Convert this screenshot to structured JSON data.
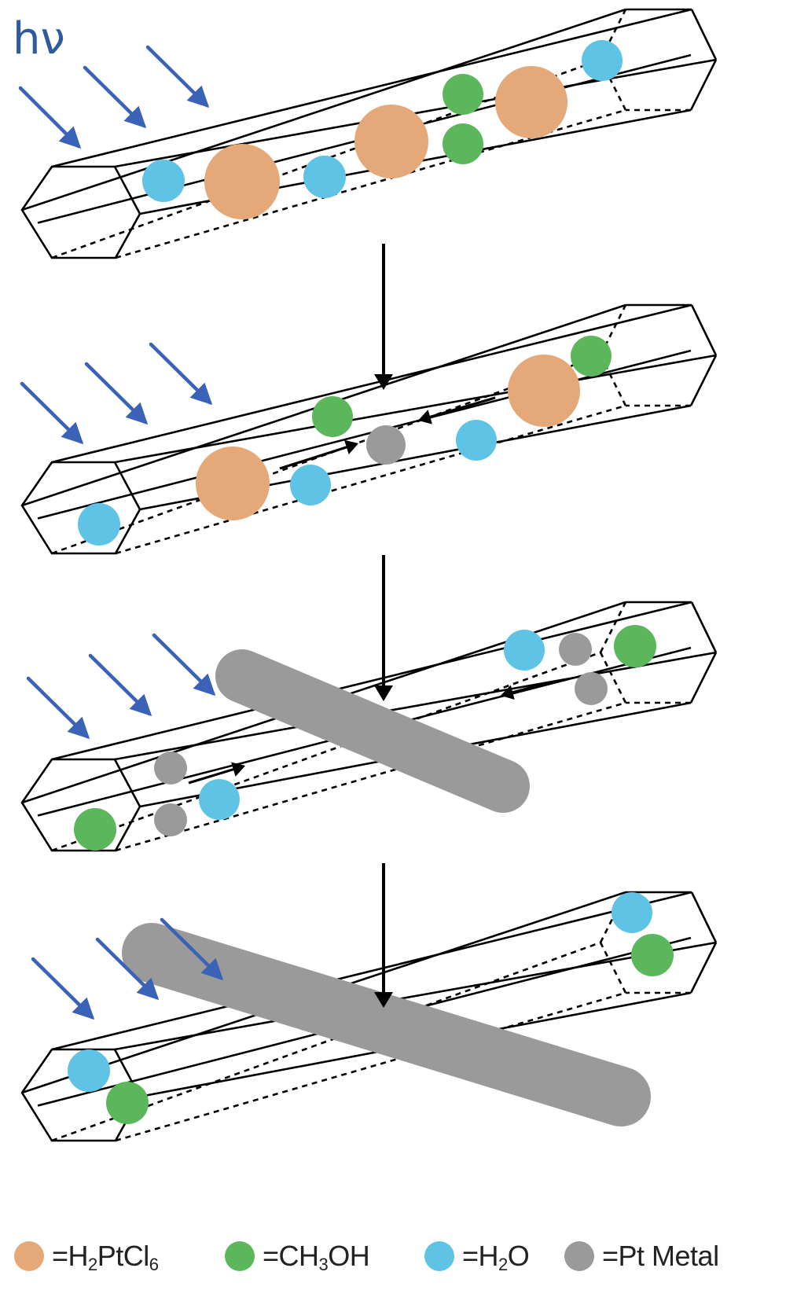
{
  "diagram": {
    "light_label": "hν",
    "colors": {
      "H2PtCl6": "#e5a878",
      "CH3OH": "#5cb75c",
      "H2O": "#5ec3e5",
      "Pt_metal": "#9a9a9a",
      "light_arrow": "#3a63b8",
      "outline": "#000000"
    },
    "stages": [
      {
        "step": 1,
        "particles": [
          "H2O",
          "H2PtCl6",
          "H2O",
          "H2PtCl6",
          "CH3OH",
          "CH3OH",
          "H2PtCl6",
          "H2O"
        ],
        "pt_rod": "none"
      },
      {
        "step": 2,
        "particles": [
          "H2O",
          "H2PtCl6",
          "H2O",
          "CH3OH",
          "Pt_metal",
          "H2O",
          "H2PtCl6",
          "CH3OH"
        ],
        "pt_rod": "none"
      },
      {
        "step": 3,
        "particles": [
          "CH3OH",
          "Pt_metal",
          "Pt_metal",
          "H2O",
          "H2O",
          "Pt_metal",
          "Pt_metal",
          "CH3OH"
        ],
        "pt_rod": "short"
      },
      {
        "step": 4,
        "particles": [
          "H2O",
          "CH3OH",
          "H2O",
          "CH3OH"
        ],
        "pt_rod": "long"
      }
    ]
  },
  "legend": {
    "h2ptcl6": [
      "=H",
      "2",
      "PtCl",
      "6"
    ],
    "ch3oh": [
      "=CH",
      "3",
      "OH"
    ],
    "h2o": [
      "=H",
      "2",
      "O"
    ],
    "pt_metal": "=Pt Metal"
  }
}
